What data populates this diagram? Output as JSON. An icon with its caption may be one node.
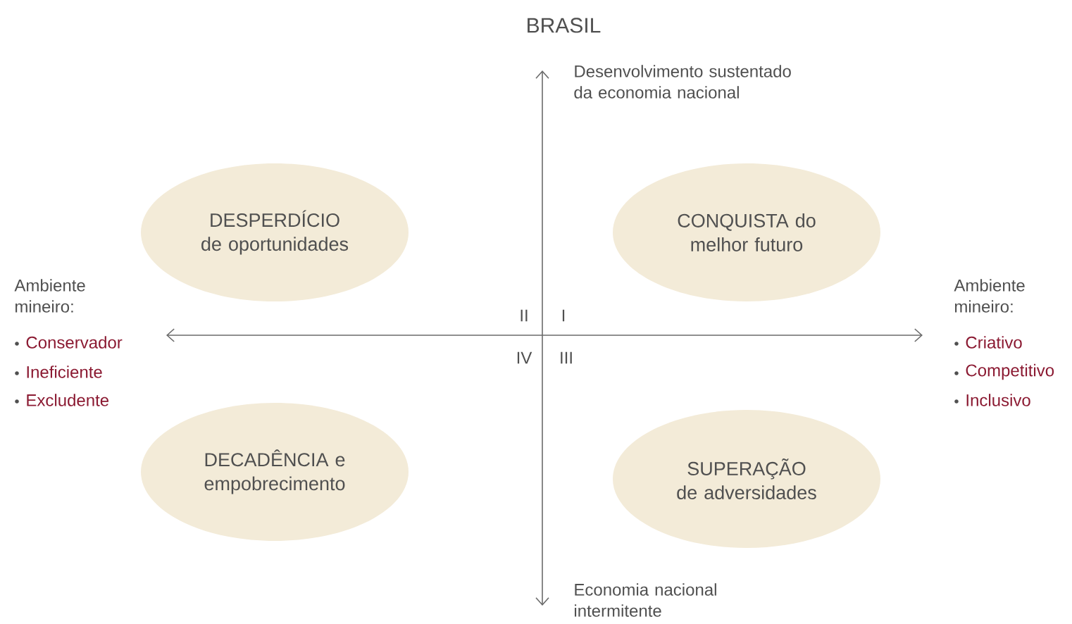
{
  "diagram": {
    "nodes": [
      {
        "text": [
          "DESPERDÍCIO de oportunidades"
        ]
      },
      {
        "text": [
          "CONQUISTA do melhor futuro"
        ]
      },
      {
        "text": [
          "DECADÊNCIA e empobrecimento"
        ]
      },
      {
        "text": [
          "SUPERAÇÃO de adversidades"
        ]
      }
    ],
    "labels": [
      "BRASIL",
      "Desenvolvimento sustentado da economia nacional",
      "Ambiente mineiro:",
      "Conservador",
      "Ineficiente",
      "Excludente",
      "II",
      "I",
      "IV",
      "III",
      "Ambiente mineiro:",
      "Criativo",
      "Competitivo",
      "Inclusivo",
      "Economia nacional intermitente"
    ]
  }
}
